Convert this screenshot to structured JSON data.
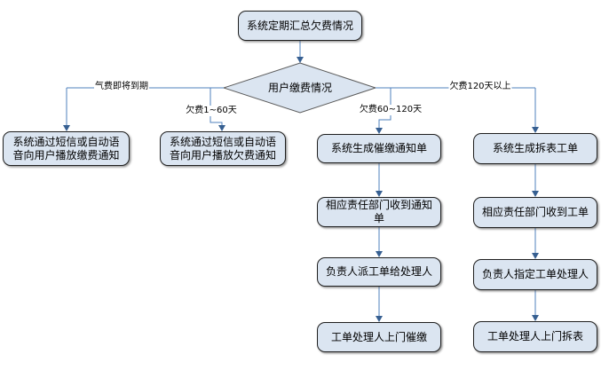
{
  "flowchart": {
    "start": {
      "label": "系统定期汇总欠费情况"
    },
    "decision": {
      "label": "用户缴费情况"
    },
    "branches": [
      {
        "condition": "气费即将到期",
        "steps": [
          "系统通过短信或自动语音向用户播放缴费通知"
        ]
      },
      {
        "condition": "欠费1~60天",
        "steps": [
          "系统通过短信或自动语音向用户播放欠费通知"
        ]
      },
      {
        "condition": "欠费60~120天",
        "steps": [
          "系统生成催缴通知单",
          "相应责任部门收到通知单",
          "负责人派工单给处理人",
          "工单处理人上门催缴"
        ]
      },
      {
        "condition": "欠费120天以上",
        "steps": [
          "系统生成拆表工单",
          "相应责任部门收到工单",
          "负责人指定工单处理人",
          "工单处理人上门拆表"
        ]
      }
    ],
    "colors": {
      "node_fill": "#dbe5f1",
      "node_border": "#1f1f1f",
      "connector": "#4f81bd",
      "arrowhead": "#365f91"
    }
  }
}
